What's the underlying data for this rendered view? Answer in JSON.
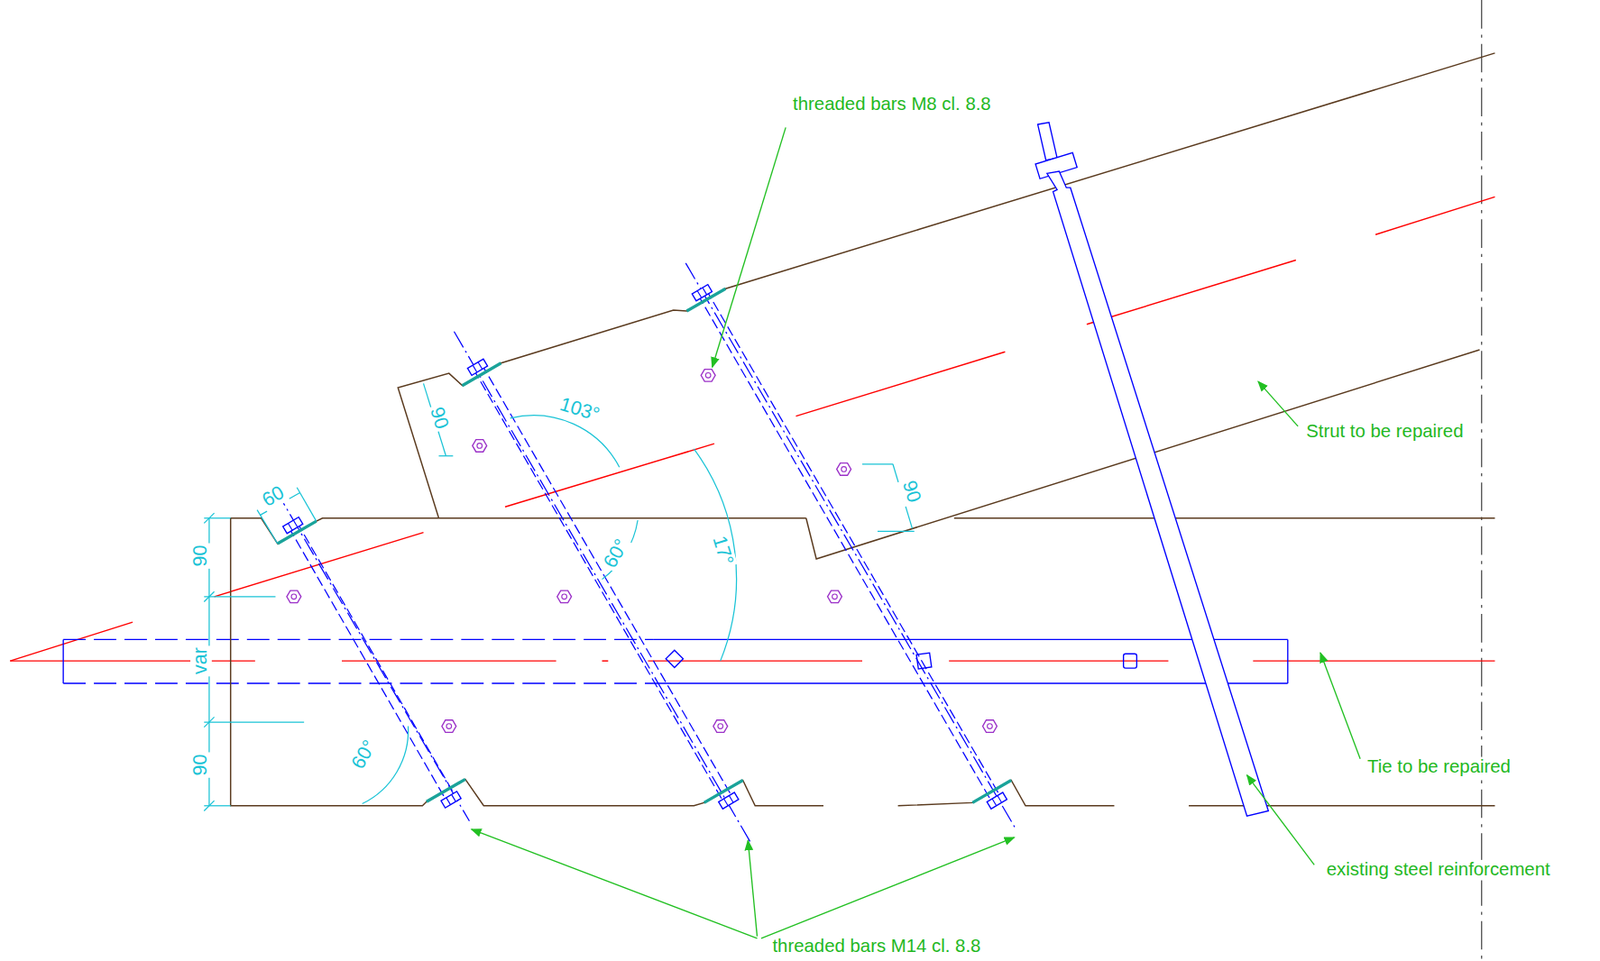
{
  "diagram": {
    "labels": [
      "threaded bars M8 cl. 8.8",
      "Strut to be repaired",
      "Tie to be repaired",
      "existing steel reinforcement",
      "threaded bars M14 cl. 8.8",
      "60",
      "90",
      "var",
      "90",
      "90",
      "103°",
      "60°",
      "17°",
      "90",
      "60°"
    ]
  }
}
